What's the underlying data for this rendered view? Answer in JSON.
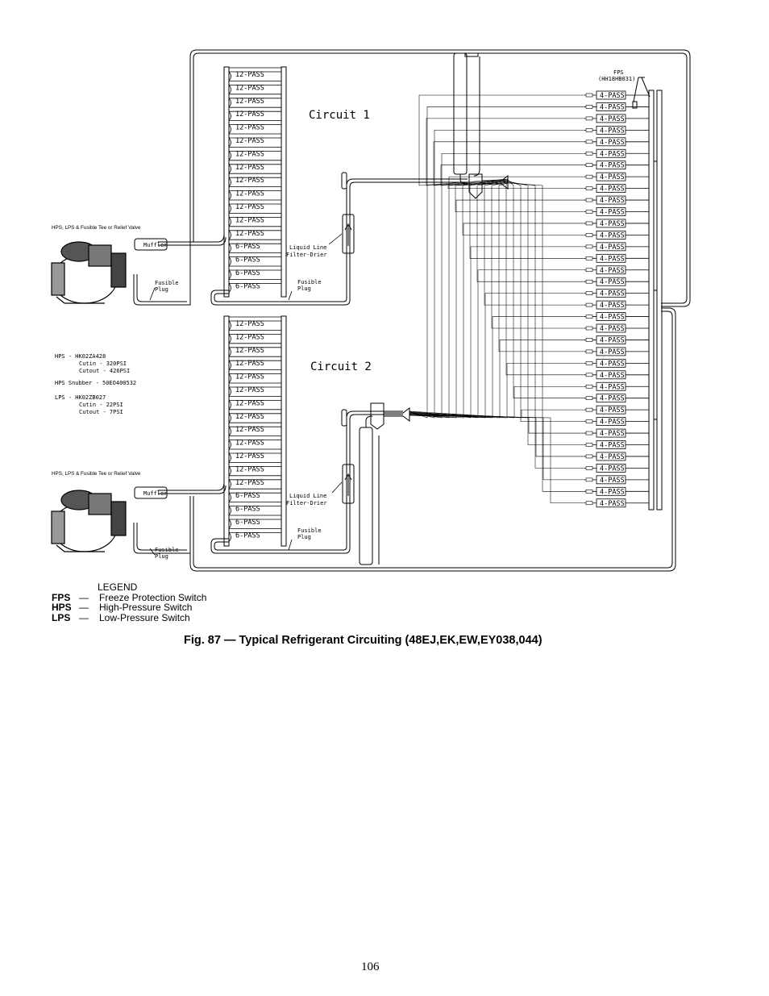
{
  "diagram": {
    "circuit1_title": "Circuit 1",
    "circuit2_title": "Circuit 2",
    "circuit1_passes": [
      "12-PASS",
      "12-PASS",
      "12-PASS",
      "12-PASS",
      "12-PASS",
      "12-PASS",
      "12-PASS",
      "12-PASS",
      "12-PASS",
      "12-PASS",
      "12-PASS",
      "12-PASS",
      "12-PASS",
      "6-PASS",
      "6-PASS",
      "6-PASS",
      "6-PASS"
    ],
    "circuit2_passes": [
      "12-PASS",
      "12-PASS",
      "12-PASS",
      "12-PASS",
      "12-PASS",
      "12-PASS",
      "12-PASS",
      "12-PASS",
      "12-PASS",
      "12-PASS",
      "12-PASS",
      "12-PASS",
      "12-PASS",
      "6-PASS",
      "6-PASS",
      "6-PASS",
      "6-PASS"
    ],
    "evaporator_passes": [
      "4-PASS",
      "4-PASS",
      "4-PASS",
      "4-PASS",
      "4-PASS",
      "4-PASS",
      "4-PASS",
      "4-PASS",
      "4-PASS",
      "4-PASS",
      "4-PASS",
      "4-PASS",
      "4-PASS",
      "4-PASS",
      "4-PASS",
      "4-PASS",
      "4-PASS",
      "4-PASS",
      "4-PASS",
      "4-PASS",
      "4-PASS",
      "4-PASS",
      "4-PASS",
      "4-PASS",
      "4-PASS",
      "4-PASS",
      "4-PASS",
      "4-PASS",
      "4-PASS",
      "4-PASS",
      "4-PASS",
      "4-PASS",
      "4-PASS",
      "4-PASS",
      "4-PASS",
      "4-PASS"
    ],
    "fps_label": "FPS",
    "fps_part": "(HH18HB031)",
    "hps_tee_label_1": "HPS, LPS & Fusible Tee or Relief Valve",
    "hps_tee_label_2": "HPS, LPS & Fusible Tee or Relief Valve",
    "muffler_1": "Muffler",
    "muffler_2": "Muffler",
    "filter_drier_1": [
      "Liquid Line",
      "Filter-Drier"
    ],
    "filter_drier_2": [
      "Liquid Line",
      "Filter-Drier"
    ],
    "fusible_plug_comp_1": [
      "Fusible",
      "Plug"
    ],
    "fusible_plug_line_1": [
      "Fusible",
      "Plug"
    ],
    "fusible_plug_comp_2": [
      "Fusible",
      "Plug"
    ],
    "fusible_plug_line_2": [
      "Fusible",
      "Plug"
    ],
    "switch_notes": [
      "HPS - HK02ZA428",
      "Cutin - 320PSI",
      "Cutout - 426PSI",
      "HPS Snubber - 50EO400532",
      "LPS - HK02ZB027",
      "Cutin - 22PSI",
      "Cutout - 7PSI"
    ]
  },
  "legend": {
    "title": "LEGEND",
    "items": [
      {
        "abbr": "FPS",
        "dash": "—",
        "text": "Freeze Protection Switch"
      },
      {
        "abbr": "HPS",
        "dash": "—",
        "text": "High-Pressure Switch"
      },
      {
        "abbr": "LPS",
        "dash": "—",
        "text": "Low-Pressure Switch"
      }
    ]
  },
  "caption": "Fig. 87 — Typical Refrigerant Circuiting (48EJ,EK,EW,EY038,044)",
  "page_number": "106"
}
